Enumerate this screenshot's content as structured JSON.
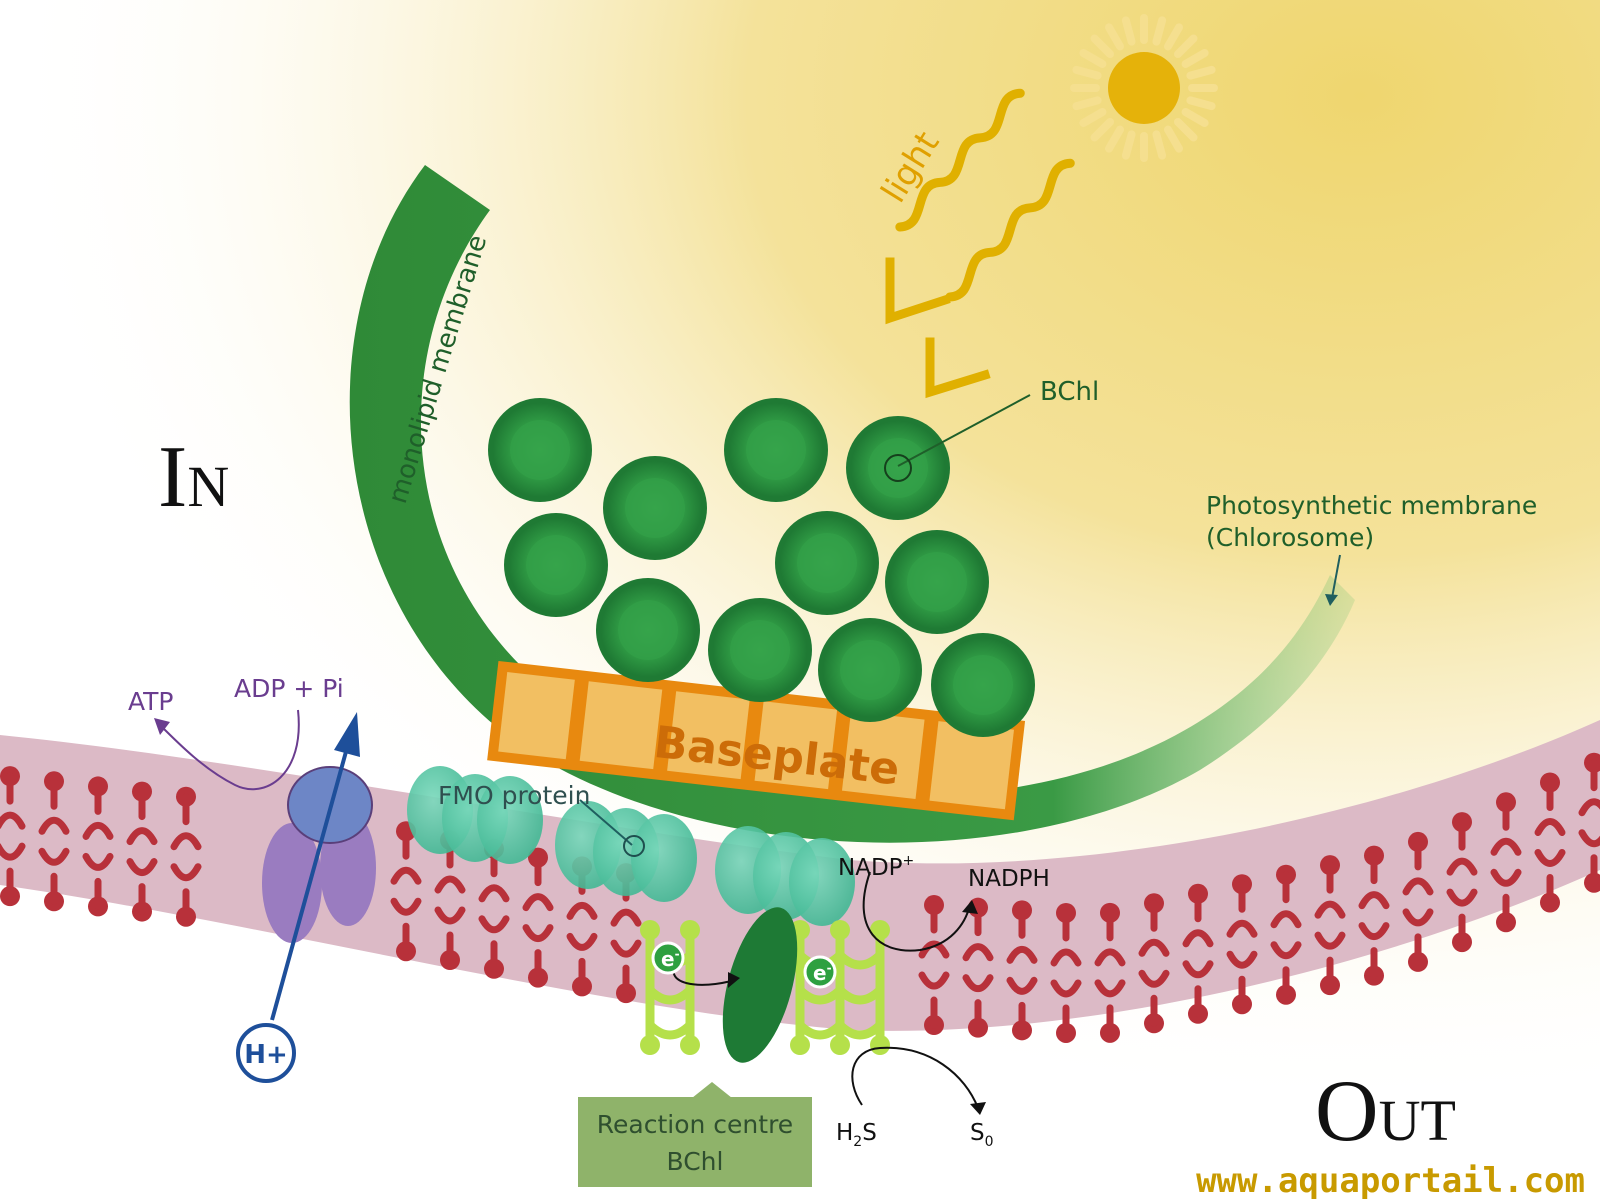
{
  "labels": {
    "in_big": "I",
    "in_small": "N",
    "out_big": "O",
    "out_small": "UT",
    "light": "light",
    "monolipid": "monolipid membrane",
    "bchl": "BChl",
    "photo_line1": "Photosynthetic membrane",
    "photo_line2": "(Chlorosome)",
    "baseplate": "Baseplate",
    "fmo": "FMO protein",
    "atp": "ATP",
    "adp": "ADP + Pi",
    "hplus": "H+",
    "electron1": "e",
    "electron2": "e",
    "electron_sup": "-",
    "nadp_base": "NADP",
    "nadp_sup": "+",
    "nadph": "NADPH",
    "h2s_h": "H",
    "h2s_sub": "2",
    "h2s_s": "S",
    "s0_s": "S",
    "s0_sub": "0",
    "reaction_line1": "Reaction centre",
    "reaction_line2": "BChl",
    "watermark": "www.aquaportail.com"
  },
  "colors": {
    "membrane_red": "#b8313a",
    "membrane_band": "#d9b2c0",
    "chlorosome_green": "#2e8b3c",
    "bchl_green": "#2ea040",
    "baseplate_orange": "#e8890f",
    "fmo_teal": "#55c7a6",
    "atp_purple": "#6a3d8f",
    "proton_blue": "#1e4f9a",
    "light_yellow": "#e0b000",
    "sun": "#e5b20a",
    "reaction_box": "#8fb36a",
    "text_dark_green": "#1f5f2a"
  }
}
